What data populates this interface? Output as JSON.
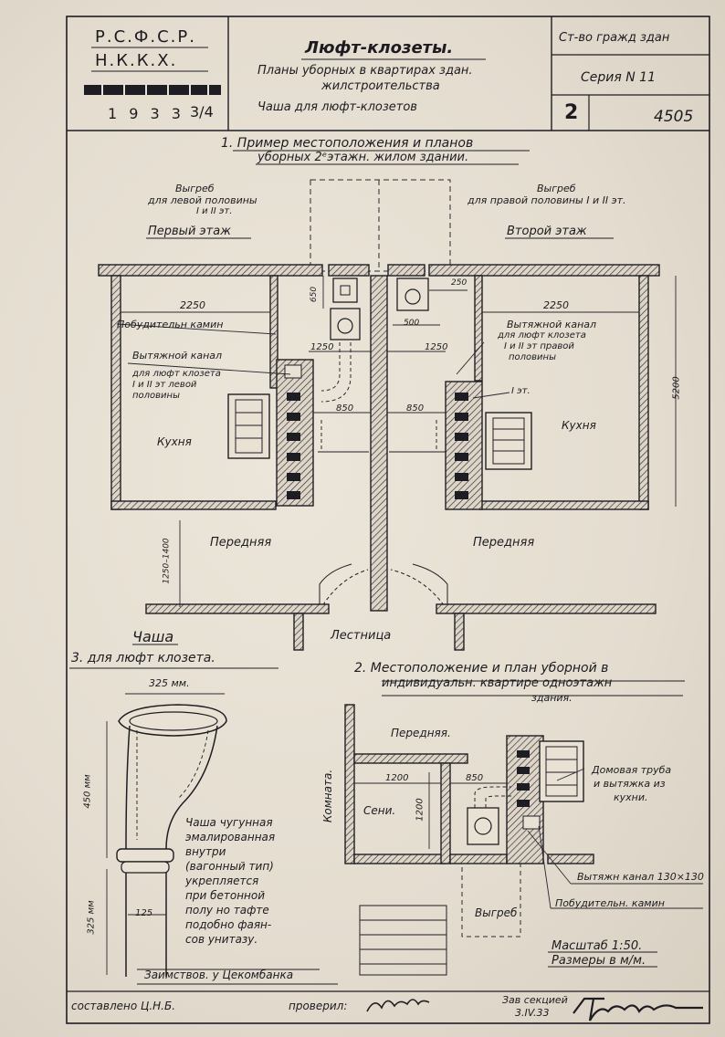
{
  "stamp": {
    "org1": "Р.С.Ф.С.Р.",
    "org2": "Н.К.К.Х.",
    "year": "1 9 3 3",
    "year_frac": "3/4"
  },
  "title": {
    "main": "Люфт-клозеты.",
    "sub1": "Планы уборных в квартирах здан.",
    "sub2": "жилстроительства",
    "sub3": "Чаша для люфт-клозетов"
  },
  "info": {
    "ministry": "Ст-во гражд здан",
    "series": "Серия N 11",
    "sheet": "2",
    "number": "4505"
  },
  "section1": {
    "heading1": "1. Пример местоположения и планов",
    "heading2": "уборных 2ᵉэтажн. жилом здании.",
    "pit_left1": "Выгреб",
    "pit_left2": "для левой половины",
    "pit_left3": "I и II эт.",
    "pit_right1": "Выгреб",
    "pit_right2": "для правой половины I и II эт.",
    "floor1": "Первый этаж",
    "floor2": "Второй этаж",
    "dim_2250_left": "2250",
    "dim_2250_right": "2250",
    "dim_650": "650",
    "dim_250": "250",
    "dim_500": "500",
    "dim_1250_left": "1250",
    "dim_1250_right": "1250",
    "dim_850_left": "850",
    "dim_850_right": "850",
    "dim_5200": "5200",
    "dim_1250_1400": "1250–1400",
    "stimulus_chimney": "Побудительн камин",
    "vent_left1": "Вытяжной канал",
    "vent_left2": "для люфт клозета",
    "vent_left3": "I и II эт левой",
    "vent_left4": "половины",
    "vent_right1": "Вытяжной канал",
    "vent_right2": "для люфт клозета",
    "vent_right3": "I и II эт правой",
    "vent_right4": "половины",
    "label_1et": "I эт.",
    "kitchen_left": "Кухня",
    "kitchen_right": "Кухня",
    "hall_left": "Передняя",
    "hall_right": "Передняя",
    "stairs": "Лестница"
  },
  "section3": {
    "heading1": "Чаша",
    "heading2": "3. для люфт клозета.",
    "dim_325_top": "325 мм.",
    "dim_450": "450 мм",
    "dim_325_side": "325 мм",
    "dim_125": "125",
    "desc": [
      "Чаша чугунная",
      "эмалированная",
      "внутри",
      "(вагонный тип)",
      "укрепляется",
      "при бетонной",
      "полу но тафте",
      "подобно фаян-",
      "сов унитазу."
    ],
    "source": "Заимствов. у Цекомбанка"
  },
  "section2": {
    "heading1": "2. Местоположение и план уборной в",
    "heading2": "индивидуальн. квартире одноэтажн",
    "heading3": "здания.",
    "hall": "Передняя.",
    "room": "Комната.",
    "vestibule": "Сени.",
    "dim_1200_h": "1200",
    "dim_850": "850",
    "dim_1200_v": "1200",
    "chimney1": "Домовая труба",
    "chimney2": "и вытяжка из",
    "chimney3": "кухни.",
    "vent_label": "Вытяжн канал 130×130",
    "stim_label": "Побудительн. камин",
    "pit": "Выгреб",
    "scale": "Масштаб 1:50.",
    "units": "Размеры в м/м."
  },
  "footer": {
    "compiled": "составлено Ц.Н.Б.",
    "checked": "проверил:",
    "head": "Зав секцией",
    "date": "3.IV.33"
  },
  "colors": {
    "ink": "#1f1d24",
    "paper": "#e8e1d4"
  }
}
